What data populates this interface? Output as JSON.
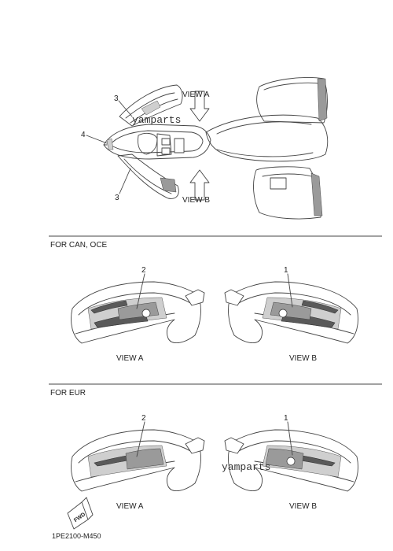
{
  "diagram": {
    "top_view": {
      "view_a_label": "VIEW A",
      "view_b_label": "VIEW B",
      "callout_3_top": "3",
      "callout_4": "4",
      "callout_3_bottom": "3"
    },
    "section_can_oce": {
      "heading": "FOR CAN, OCE",
      "left_callout": "2",
      "right_callout": "1",
      "left_view_label": "VIEW A",
      "right_view_label": "VIEW B"
    },
    "section_eur": {
      "heading": "FOR EUR",
      "left_callout": "2",
      "right_callout": "1",
      "left_view_label": "VIEW A",
      "right_view_label": "VIEW B"
    },
    "watermark_top": "yamparts",
    "watermark_bottom": "yamparts",
    "fwd_badge": "FWD",
    "part_code": "1PE2100-M450"
  }
}
